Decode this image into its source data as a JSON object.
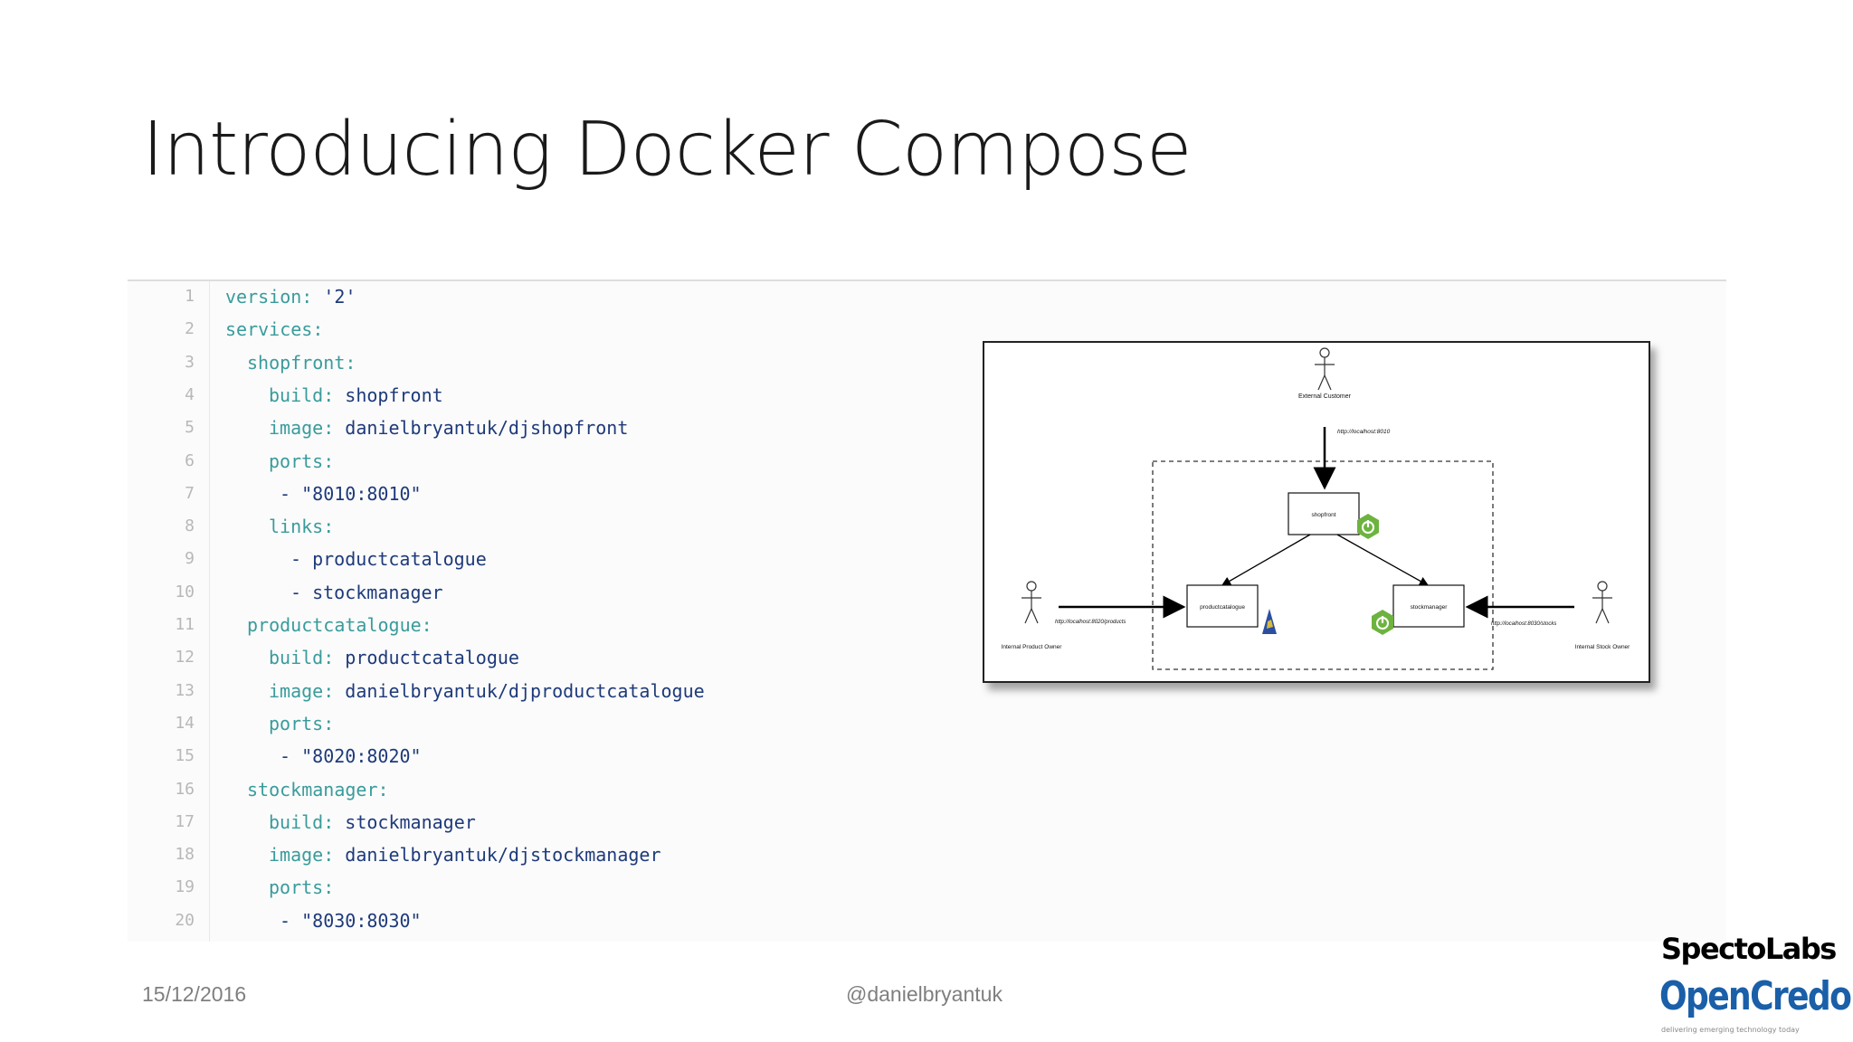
{
  "slide": {
    "title": "Introducing Docker Compose",
    "date": "15/12/2016",
    "handle": "@danielbryantuk"
  },
  "code": {
    "lines": [
      {
        "num": "1",
        "indent": 0,
        "key": "version:",
        "val": " '2'"
      },
      {
        "num": "2",
        "indent": 0,
        "key": "services:",
        "val": ""
      },
      {
        "num": "3",
        "indent": 1,
        "key": "shopfront:",
        "val": ""
      },
      {
        "num": "4",
        "indent": 2,
        "key": "build:",
        "val": " shopfront"
      },
      {
        "num": "5",
        "indent": 2,
        "key": "image:",
        "val": " danielbryantuk/djshopfront"
      },
      {
        "num": "6",
        "indent": 2,
        "key": "ports:",
        "val": ""
      },
      {
        "num": "7",
        "indent": 2,
        "key": "",
        "val": " - \"8010:8010\""
      },
      {
        "num": "8",
        "indent": 2,
        "key": "links:",
        "val": ""
      },
      {
        "num": "9",
        "indent": 3,
        "key": "",
        "val": "- productcatalogue"
      },
      {
        "num": "10",
        "indent": 3,
        "key": "",
        "val": "- stockmanager"
      },
      {
        "num": "11",
        "indent": 1,
        "key": "productcatalogue:",
        "val": ""
      },
      {
        "num": "12",
        "indent": 2,
        "key": "build:",
        "val": " productcatalogue"
      },
      {
        "num": "13",
        "indent": 2,
        "key": "image:",
        "val": " danielbryantuk/djproductcatalogue"
      },
      {
        "num": "14",
        "indent": 2,
        "key": "ports:",
        "val": ""
      },
      {
        "num": "15",
        "indent": 2,
        "key": "",
        "val": " - \"8020:8020\""
      },
      {
        "num": "16",
        "indent": 1,
        "key": "stockmanager:",
        "val": ""
      },
      {
        "num": "17",
        "indent": 2,
        "key": "build:",
        "val": " stockmanager"
      },
      {
        "num": "18",
        "indent": 2,
        "key": "image:",
        "val": " danielbryantuk/djstockmanager"
      },
      {
        "num": "19",
        "indent": 2,
        "key": "ports:",
        "val": ""
      },
      {
        "num": "20",
        "indent": 2,
        "key": "",
        "val": " - \"8030:8030\""
      }
    ]
  },
  "diagram": {
    "external_customer": "External Customer",
    "external_url": "http://localhost:8010",
    "shopfront": "shopfront",
    "productcatalogue": "productcatalogue",
    "stockmanager": "stockmanager",
    "product_owner": "Internal Product Owner",
    "product_url": "http://localhost:8020/products",
    "stock_owner": "Internal Stock Owner",
    "stock_url": "http://localhost:8030/stocks"
  },
  "logos": {
    "specto": "SpectoLabs",
    "opencredo": "OpenCredo",
    "tagline": "delivering emerging technology today"
  },
  "colors": {
    "key": "#3a9b9b",
    "value": "#1e3a7a",
    "spring_green": "#6db33f",
    "opencredo_blue": "#1a5fa8"
  }
}
